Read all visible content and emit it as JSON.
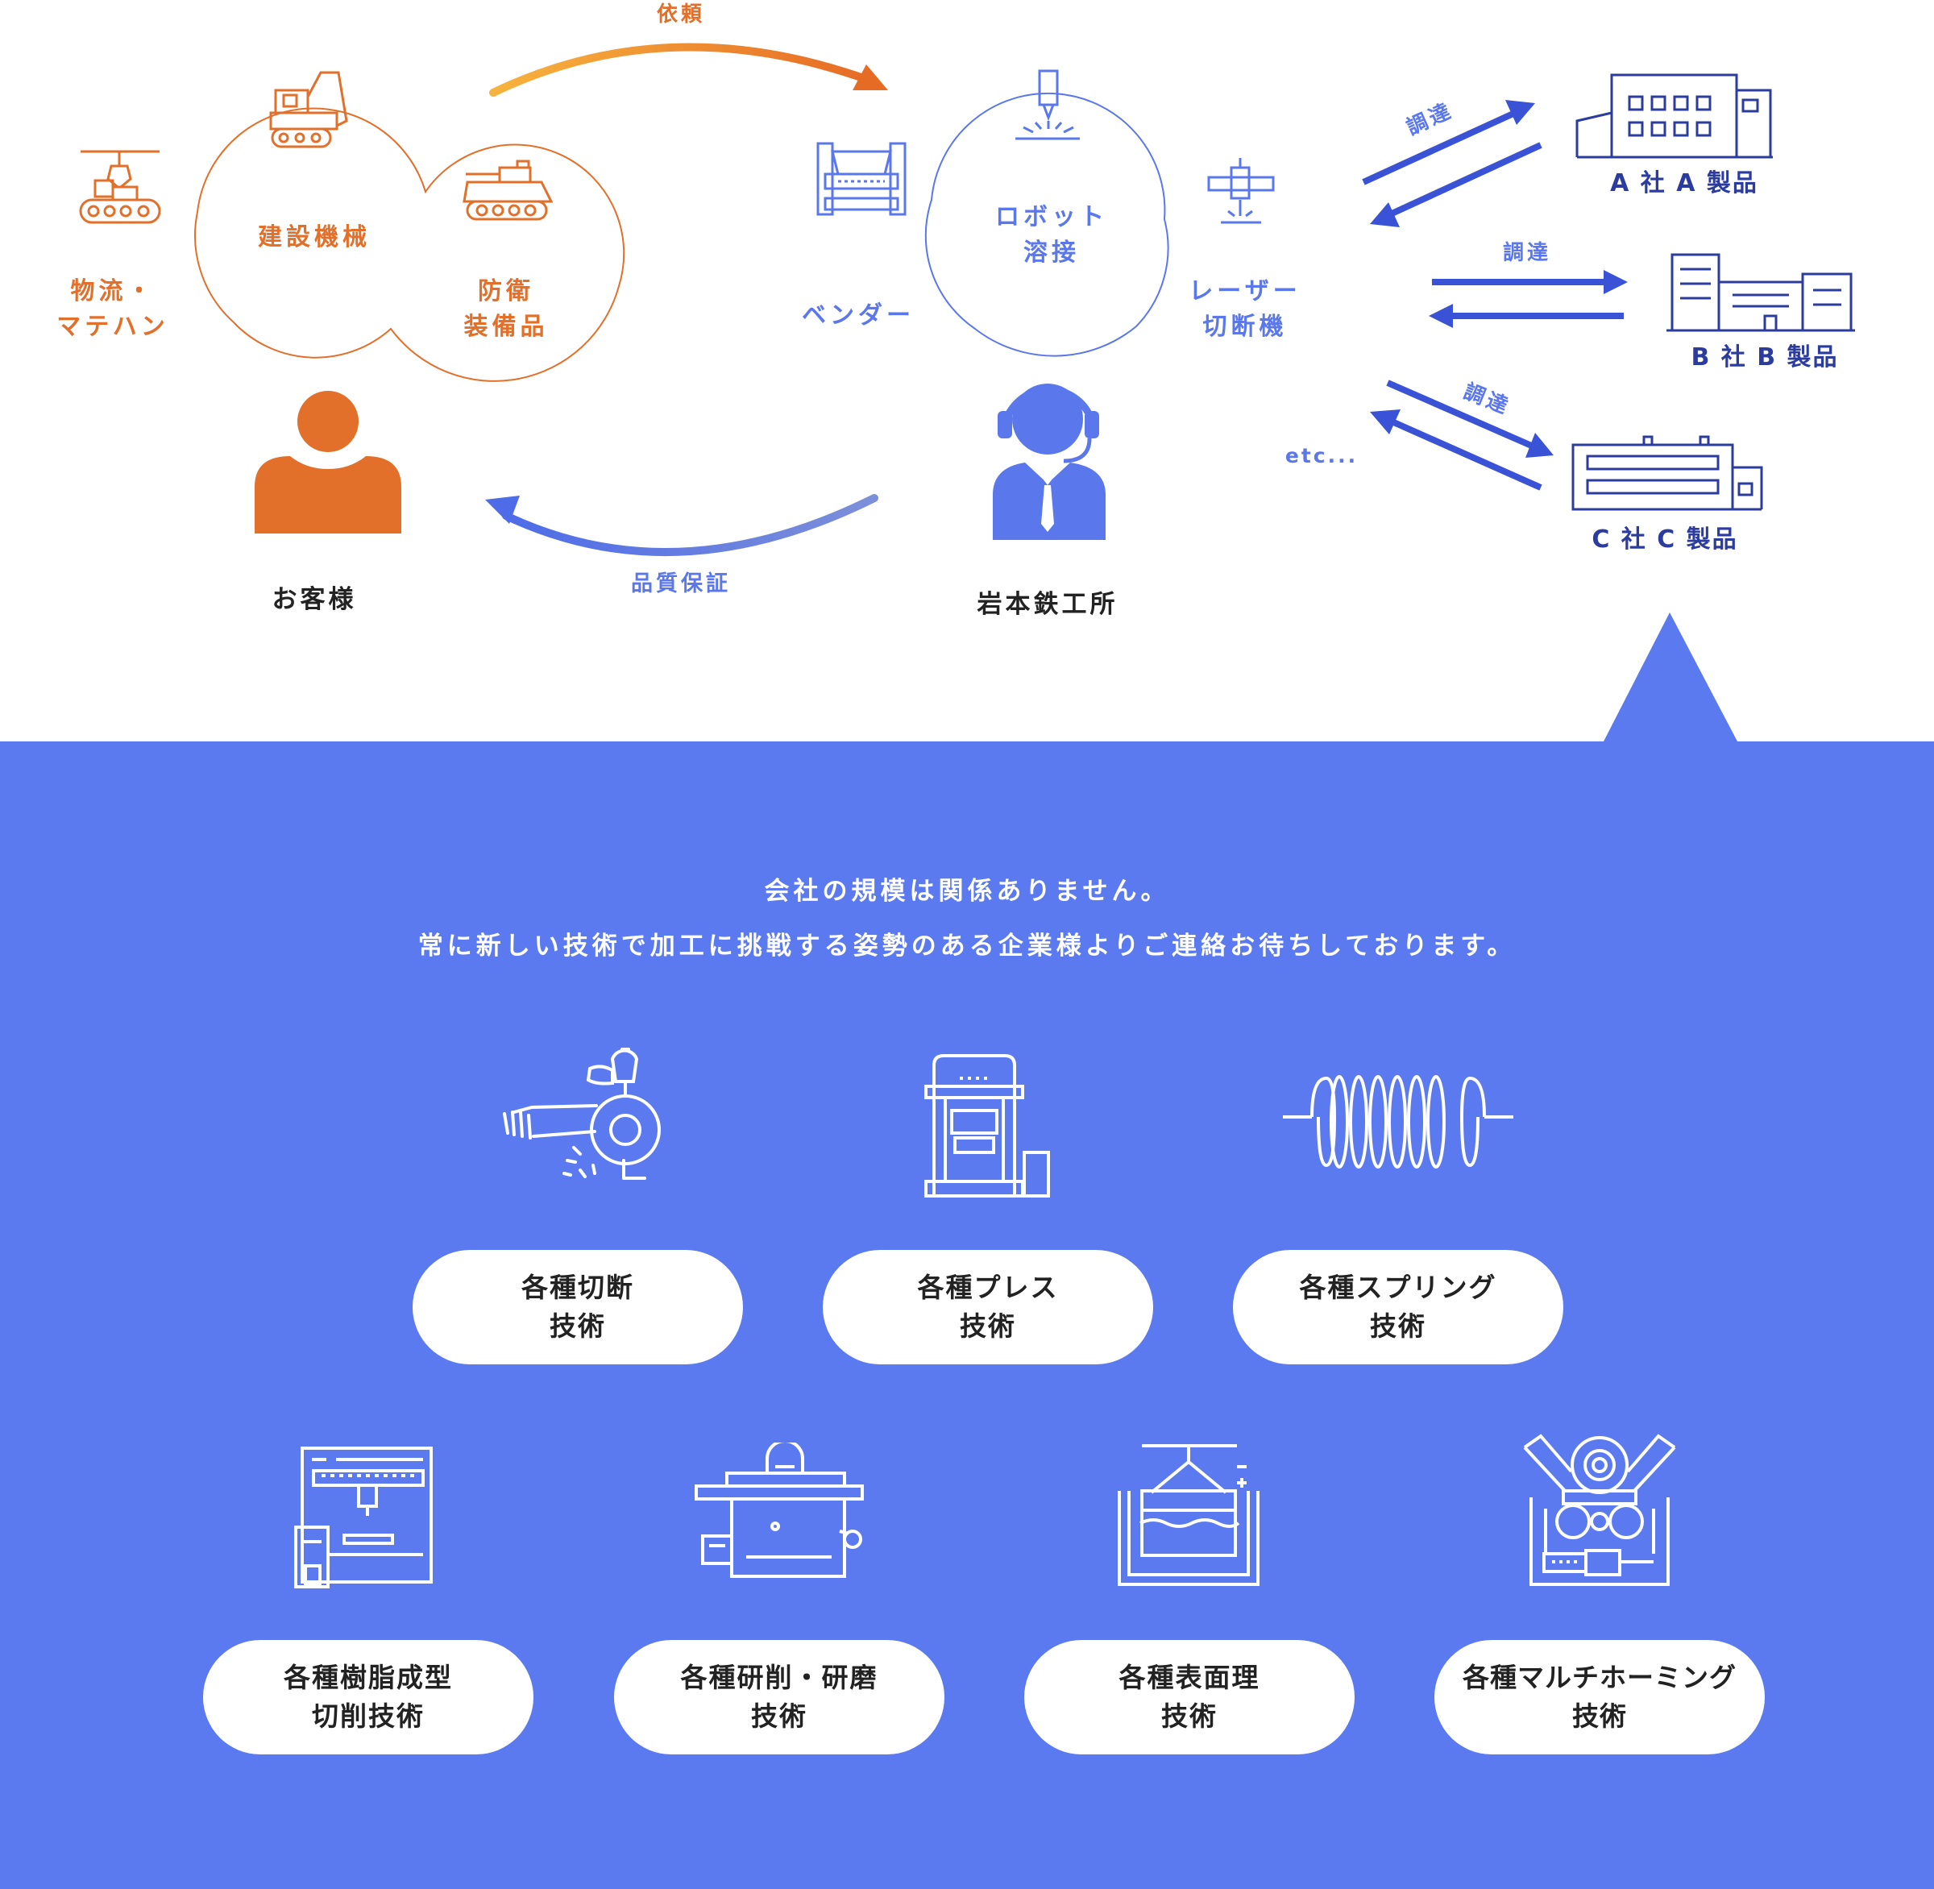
{
  "colors": {
    "customer": "#e2702b",
    "factory": "#5b77ec",
    "supplier": "#2c3c9e",
    "panel": "#5c7aef",
    "pill": "#ffffff"
  },
  "customer": {
    "fields": [
      {
        "line1": "物流・",
        "line2": "マテハン",
        "icon": "crane-icon"
      },
      {
        "line1": "建設機械",
        "line2": "",
        "icon": "excavator-icon"
      },
      {
        "line1": "防衛",
        "line2": "装備品",
        "icon": "armored-vehicle-icon"
      }
    ],
    "label": "お客様"
  },
  "flows": {
    "request": "依頼",
    "quality": "品質保証"
  },
  "factory": {
    "processes": [
      {
        "line1": "ベンダー",
        "line2": "",
        "icon": "press-brake-icon"
      },
      {
        "line1": "ロボット",
        "line2": "溶接",
        "icon": "welding-torch-icon"
      },
      {
        "line1": "レーザー",
        "line2": "切断機",
        "icon": "laser-cutter-icon"
      }
    ],
    "etc": "etc...",
    "label": "岩本鉄工所"
  },
  "suppliers": [
    {
      "label": "A 社 A 製品",
      "flow": "調達",
      "icon": "office-building-icon"
    },
    {
      "label": "B 社 B 製品",
      "flow": "調達",
      "icon": "factory-building-icon"
    },
    {
      "label": "C 社 C 製品",
      "flow": "調達",
      "icon": "warehouse-icon"
    }
  ],
  "panel": {
    "message_line1": "会社の規模は関係ありません。",
    "message_line2": "常に新しい技術で加工に挑戦する姿勢のある企業様よりご連絡お待ちしております。",
    "techs_row1": [
      {
        "line1": "各種切断",
        "line2": "技術",
        "icon": "grinder-cutting-icon"
      },
      {
        "line1": "各種プレス",
        "line2": "技術",
        "icon": "press-machine-icon"
      },
      {
        "line1": "各種スプリング",
        "line2": "技術",
        "icon": "spring-icon"
      }
    ],
    "techs_row2": [
      {
        "line1": "各種樹脂成型",
        "line2": "切削技術",
        "icon": "cnc-machine-icon"
      },
      {
        "line1": "各種研削・研磨",
        "line2": "技術",
        "icon": "grinding-machine-icon"
      },
      {
        "line1": "各種表面理",
        "line2": "技術",
        "icon": "plating-bath-icon"
      },
      {
        "line1": "各種マルチホーミング",
        "line2": "技術",
        "icon": "roll-forming-icon"
      }
    ]
  }
}
